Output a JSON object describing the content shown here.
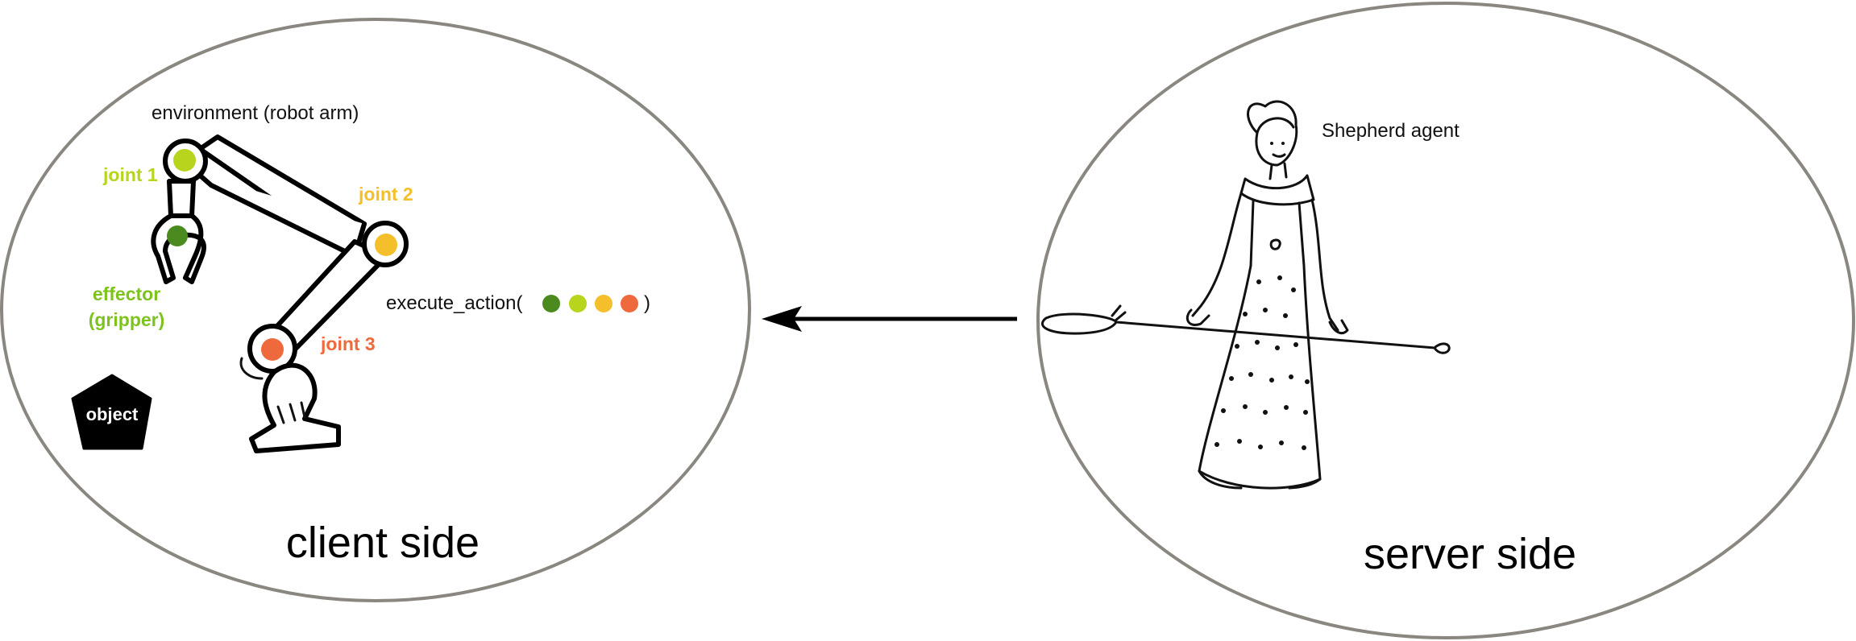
{
  "client": {
    "title": "client side",
    "environment_label": "environment (robot arm)",
    "joint1_label": "joint 1",
    "joint2_label": "joint 2",
    "joint3_label": "joint 3",
    "effector_label_line1": "effector",
    "effector_label_line2": "(gripper)",
    "object_label": "object",
    "action_open": "execute_action(",
    "action_close": ")"
  },
  "server": {
    "title": "server side",
    "agent_label": "Shepherd agent"
  },
  "colors": {
    "effector": "#4a8a1e",
    "joint1": "#b8d41c",
    "joint2": "#f4bf2a",
    "joint3": "#ee6a3c",
    "ellipse_stroke": "#8a8780",
    "object_fill": "#000000"
  }
}
